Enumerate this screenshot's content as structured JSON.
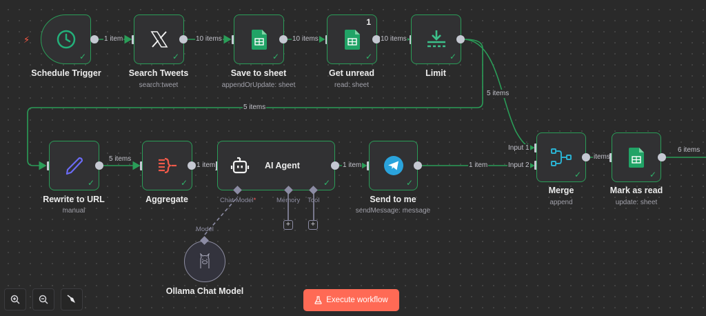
{
  "nodes": {
    "schedule_trigger": {
      "label": "Schedule Trigger",
      "sub": "",
      "icon": "clock-icon"
    },
    "search_tweets": {
      "label": "Search Tweets",
      "sub": "search:tweet",
      "icon": "x-logo-icon"
    },
    "save_to_sheet": {
      "label": "Save to sheet",
      "sub": "appendOrUpdate: sheet",
      "icon": "google-sheets-icon"
    },
    "get_unread": {
      "label": "Get unread",
      "sub": "read: sheet",
      "icon": "google-sheets-icon",
      "badge": "1"
    },
    "limit": {
      "label": "Limit",
      "sub": "",
      "icon": "limit-icon"
    },
    "rewrite_to_url": {
      "label": "Rewrite to URL",
      "sub": "manual",
      "icon": "pencil-icon"
    },
    "aggregate": {
      "label": "Aggregate",
      "sub": "",
      "icon": "aggregate-icon"
    },
    "ai_agent": {
      "label": "AI Agent",
      "icon": "robot-icon",
      "sub_ports": {
        "chat_model": "Chat Model",
        "required_mark": "*",
        "memory": "Memory",
        "tool": "Tool"
      }
    },
    "send_to_me": {
      "label": "Send to me",
      "sub": "sendMessage: message",
      "icon": "telegram-icon"
    },
    "merge": {
      "label": "Merge",
      "sub": "append",
      "icon": "merge-icon",
      "inputs": [
        "Input 1",
        "Input 2"
      ]
    },
    "mark_as_read": {
      "label": "Mark as read",
      "sub": "update: sheet",
      "icon": "google-sheets-icon"
    },
    "ollama_chat_model": {
      "label": "Ollama Chat Model",
      "port_label": "Model",
      "icon": "llama-icon"
    }
  },
  "edges": {
    "trigger_to_search": "1 item",
    "search_to_save": "10 items",
    "save_to_get": "10 items",
    "get_to_limit": "10 items",
    "limit_to_rewrite": "5 items",
    "limit_to_merge": "5 items",
    "rewrite_to_aggregate": "5 items",
    "aggregate_to_agent": "1 item",
    "agent_to_telegram": "1 item",
    "telegram_to_merge": "1 item",
    "merge_to_mark": "items",
    "mark_out": "6 items"
  },
  "toolbar": {
    "zoom_in": "zoom-in-icon",
    "zoom_out": "zoom-out-icon",
    "tidy": "broom-icon"
  },
  "execute_button": {
    "label": "Execute workflow",
    "icon": "flask-icon"
  },
  "colors": {
    "success_border": "#2a9d58",
    "accent_execute": "#ff6a55",
    "edge": "#2a9d58",
    "canvas": "#2a2a2a"
  }
}
